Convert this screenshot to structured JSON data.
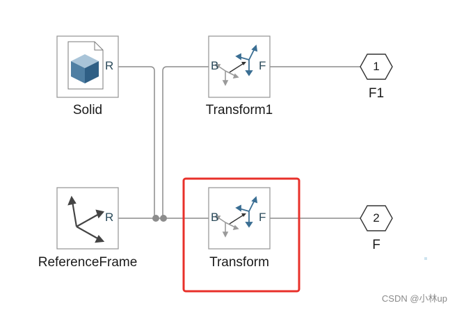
{
  "blocks": {
    "solid": {
      "name": "Solid",
      "port": "R"
    },
    "transform1": {
      "name": "Transform1",
      "port_in": "B",
      "port_out": "F"
    },
    "reference_frame": {
      "name": "ReferenceFrame",
      "port": "R"
    },
    "transform": {
      "name": "Transform",
      "port_in": "B",
      "port_out": "F"
    }
  },
  "outports": [
    {
      "number": "1",
      "name": "F1"
    },
    {
      "number": "2",
      "name": "F"
    }
  ],
  "watermark": "CSDN @小林up",
  "colors": {
    "block_border": "#9a9a9a",
    "line": "#8c8c8c",
    "highlight": "#e8302a",
    "icon_blue": "#3a6e93"
  }
}
